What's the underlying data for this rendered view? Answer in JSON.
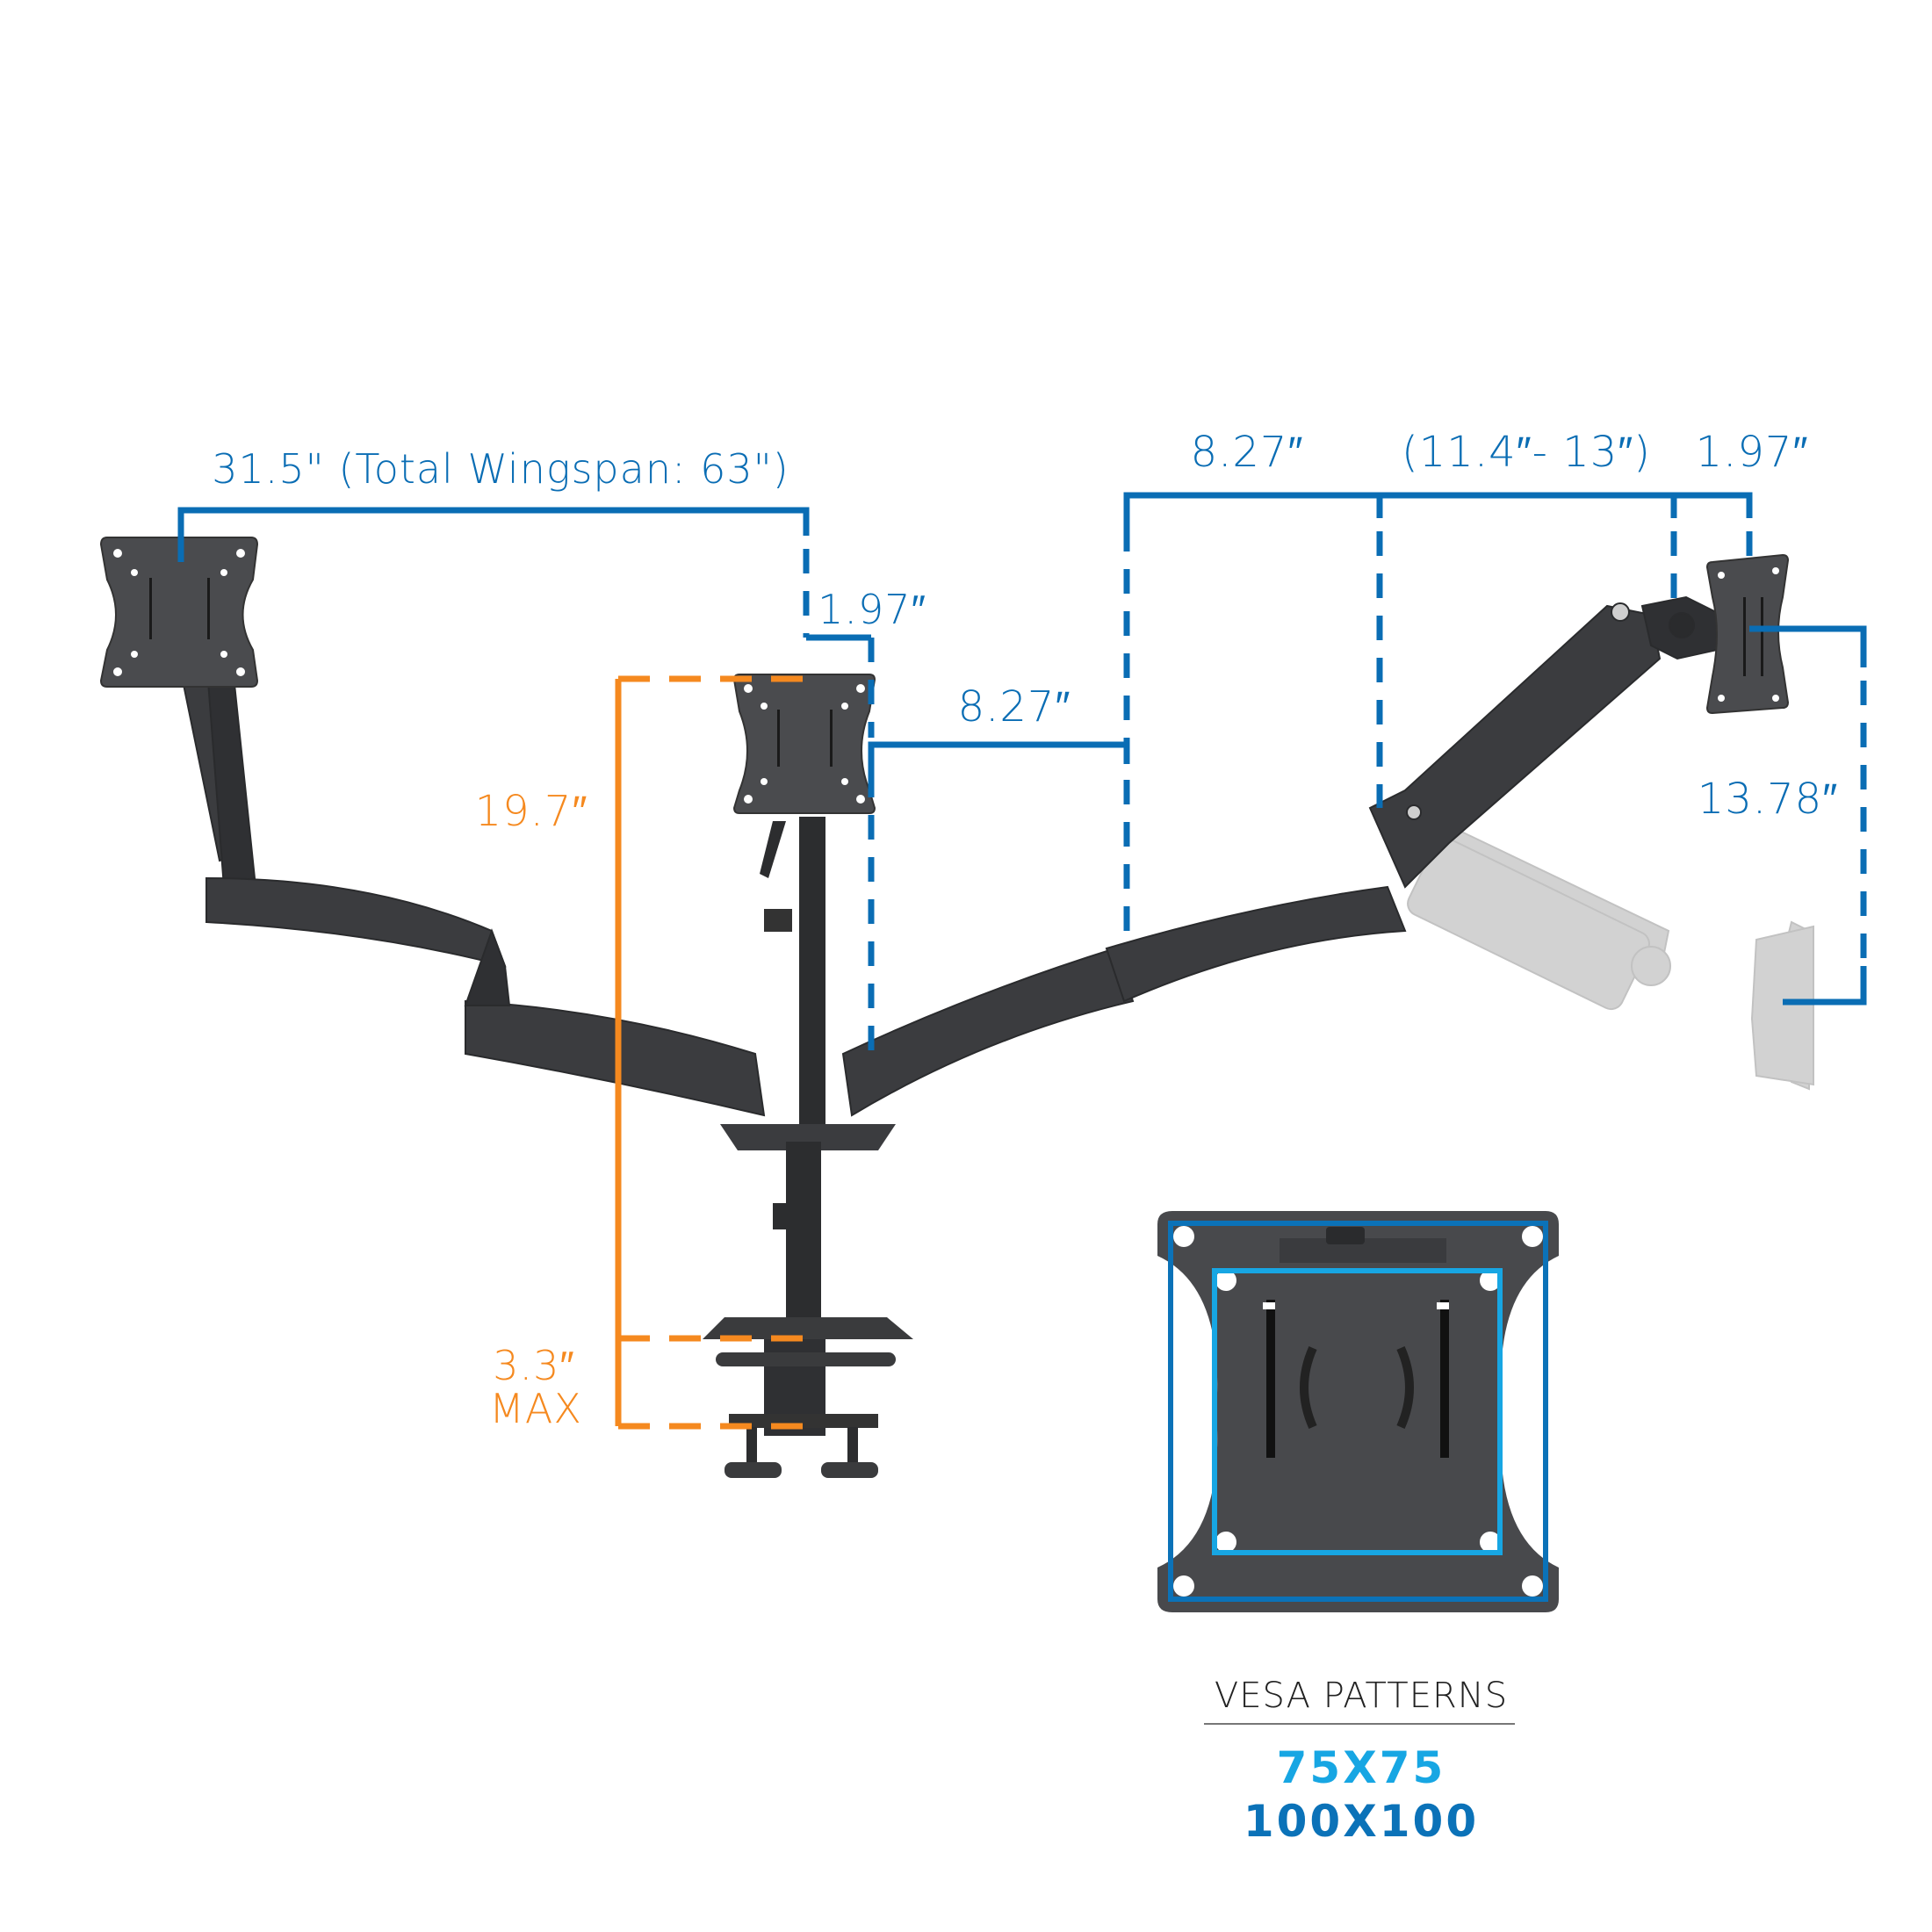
{
  "dimensions": {
    "arm_reach": "31.5\" (Total Wingspan: 63\")",
    "center_offset_left": "1.97″",
    "pole_height": "19.7″",
    "clamp_thickness": "3.3″",
    "clamp_thickness_suffix": "MAX",
    "center_arm_segment": "8.27″",
    "right_arm_segment": "8.27″",
    "gas_arm_range": "(11.4″- 13″)",
    "right_tilt_offset": "1.97″",
    "height_adjust": "13.78″"
  },
  "vesa": {
    "title": "VESA PATTERNS",
    "pattern_small": "75X75",
    "pattern_large": "100X100"
  },
  "colors": {
    "dimension_blue": "#0a6db4",
    "dimension_orange": "#f5891f",
    "vesa_small_blue": "#17a6e3",
    "vesa_large_blue": "#0b72b8",
    "mount_dark": "#3c3d40",
    "ghost_gray": "#cfcfcf"
  }
}
